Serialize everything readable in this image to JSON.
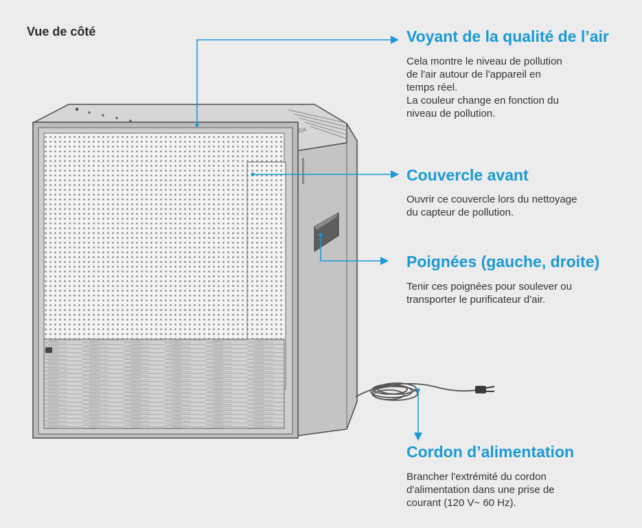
{
  "figure": {
    "title": "Vue de côté",
    "accent_color": "#1a9ad6",
    "background_color": "#ececec",
    "product_brand": "COWAY AIRMEGA"
  },
  "callouts": {
    "air_quality": {
      "title": "Voyant de la qualité de l’air",
      "description": "Cela montre le niveau de pollution\nde l'air autour de l'appareil en\ntemps réel.\nLa couleur change en fonction du\nniveau de pollution."
    },
    "front_cover": {
      "title": "Couvercle avant",
      "description": "Ouvrir ce couvercle lors du nettoyage\ndu capteur de pollution."
    },
    "handles": {
      "title": "Poignées (gauche, droite)",
      "description": "Tenir ces poignées pour soulever ou\ntransporter le purificateur d'air."
    },
    "power_cord": {
      "title": "Cordon d’alimentation",
      "description": "Brancher l'extrémité du cordon\nd'alimentation dans une prise de\ncourant (120 V~ 60 Hz)."
    }
  }
}
